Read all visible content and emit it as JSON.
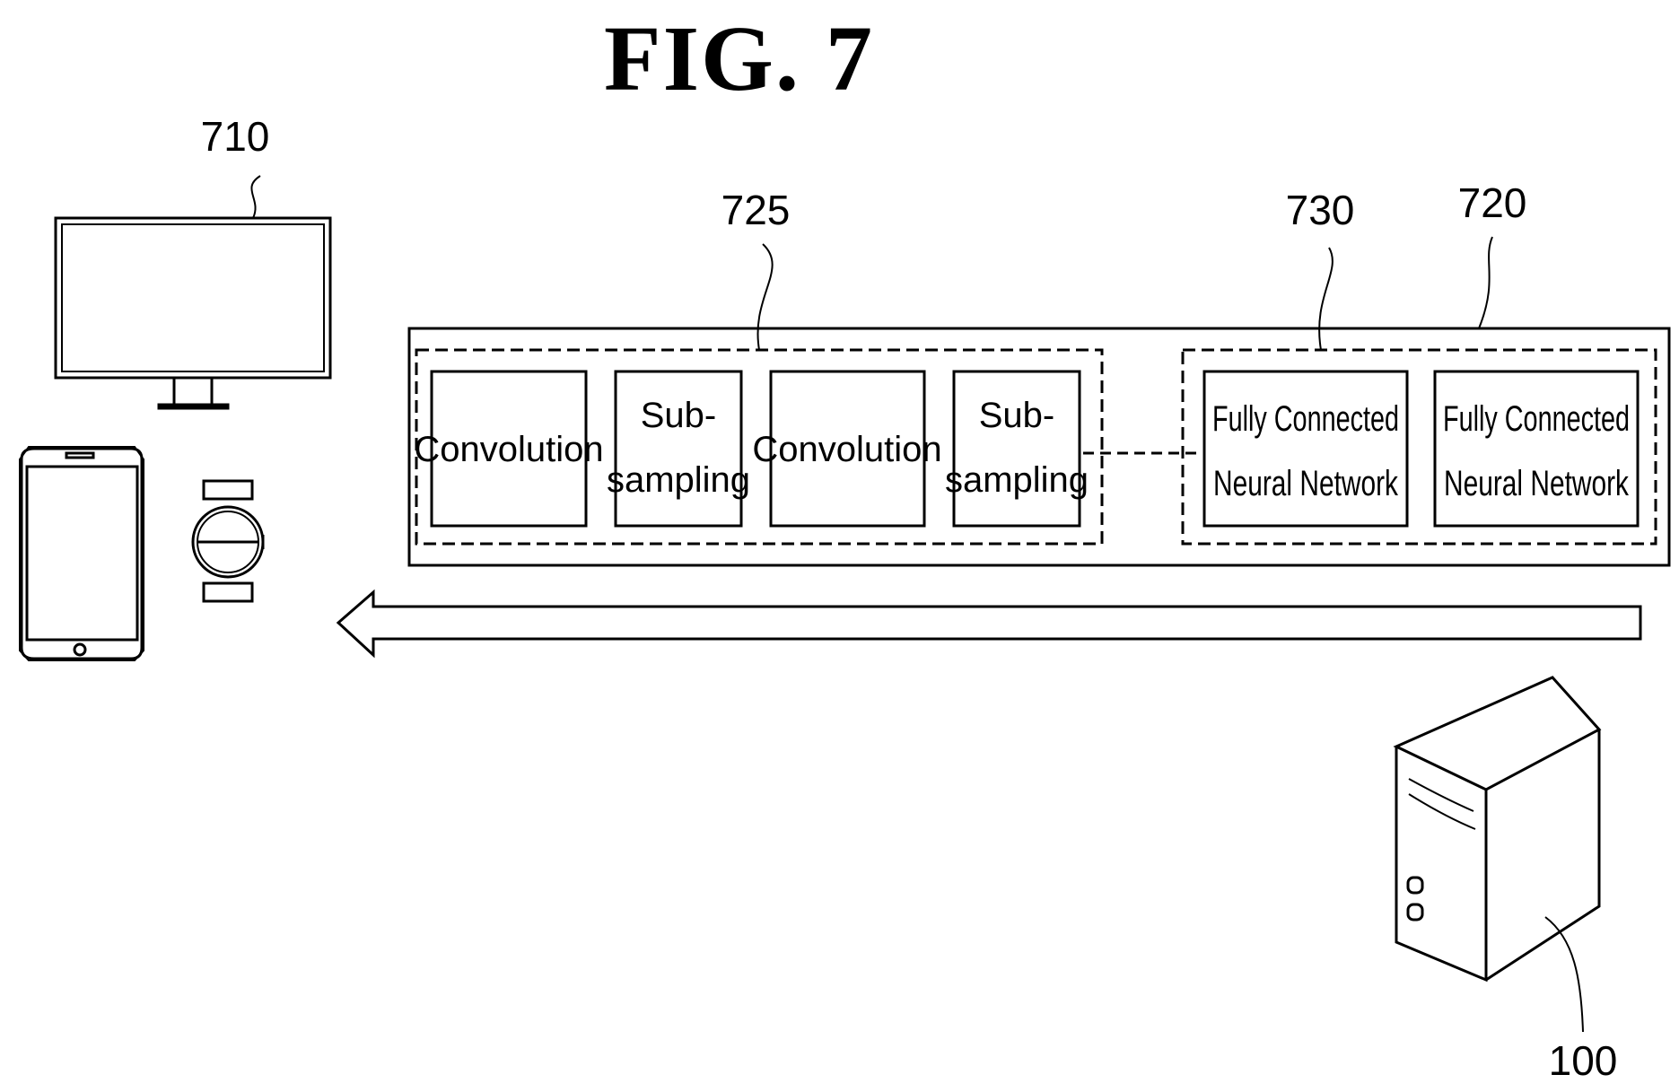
{
  "figure": {
    "title": "FIG. 7"
  },
  "labels": {
    "display_device": "710",
    "outer_model": "720",
    "feature_extractor": "725",
    "classifier": "730",
    "server": "100"
  },
  "feature_blocks": [
    {
      "lines": [
        "Convolution"
      ]
    },
    {
      "lines": [
        "Sub-",
        "sampling"
      ]
    },
    {
      "lines": [
        "Convolution"
      ]
    },
    {
      "lines": [
        "Sub-",
        "sampling"
      ]
    }
  ],
  "fc_blocks": [
    {
      "lines": [
        "Fully Connected",
        "Neural Network"
      ]
    },
    {
      "lines": [
        "Fully Connected",
        "Neural Network"
      ]
    }
  ]
}
